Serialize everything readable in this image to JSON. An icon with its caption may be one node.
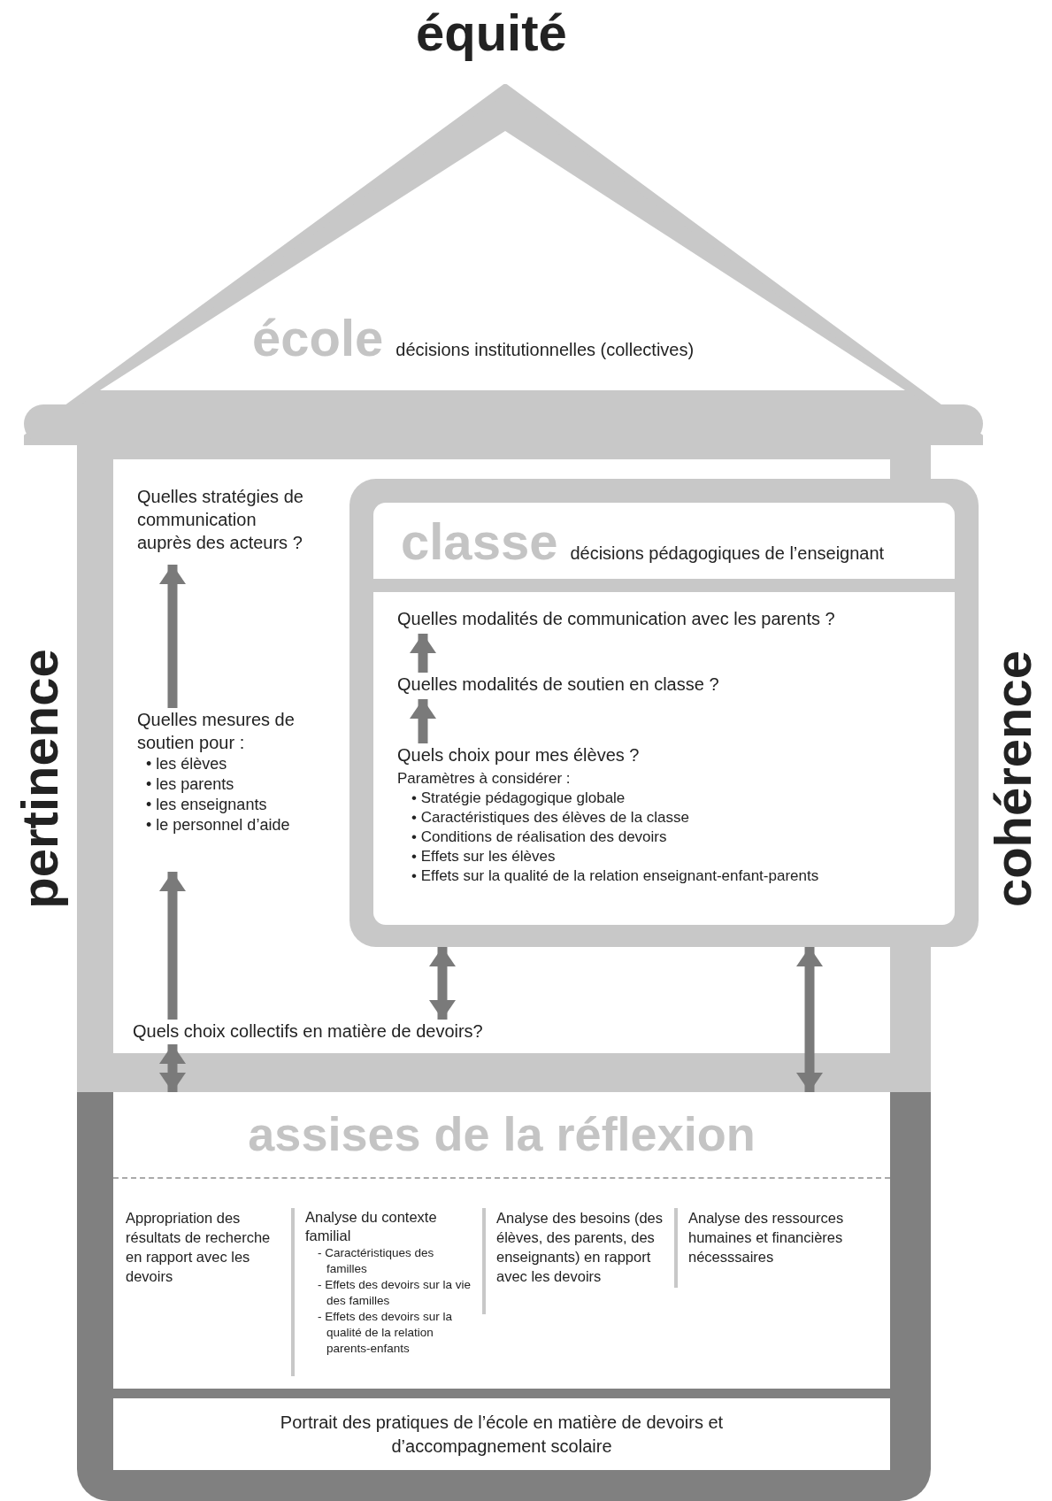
{
  "diagram": {
    "nodes": [
      {
        "text": [
          "école",
          "décisions institutionnelles (collectives)"
        ]
      },
      {
        "text": [
          "Quelles stratégies de communication auprès des acteurs ?"
        ],
        "in": 0
      },
      {
        "text": [
          "Quelles mesures de soutien pour :",
          "• les élèves",
          "• les parents",
          "• les enseignants",
          "• le personnel d’aide"
        ],
        "in": 0
      },
      {
        "text": [
          "Quels choix collectifs en matière de devoirs?"
        ],
        "in": 0
      },
      {
        "text": [
          "classe",
          "décisions pédagogiques de l’enseignant"
        ],
        "in": 0
      },
      {
        "text": [
          "Quelles modalités de communication avec les parents ?"
        ],
        "in": 4
      },
      {
        "text": [
          "Quelles modalités de soutien en classe ?"
        ],
        "in": 4
      },
      {
        "text": [
          "Quels choix pour mes élèves ?",
          "Paramètres à considérer :",
          "• Stratégie pédagogique globale",
          "• Caractéristiques des élèves de la classe",
          "• Conditions de réalisation des devoirs",
          "• Effets sur les élèves",
          "• Effets sur la qualité de la relation enseignant-enfant-parents"
        ],
        "in": 4
      },
      {
        "text": [
          "assises de la réflexion"
        ]
      },
      {
        "text": [
          "Appropriation des résultats de recherche en rapport avec les devoirs"
        ],
        "in": 8
      },
      {
        "text": [
          "Analyse du contexte familial",
          "- Caractéristiques des familles",
          "- Effets des devoirs sur la vie des familles",
          "- Effets des devoirs sur la qualité de la relation parents-enfants"
        ],
        "in": 8
      },
      {
        "text": [
          "Analyse des besoins (des élèves, des parents, des enseignants) en rapport avec les devoirs"
        ],
        "in": 8
      },
      {
        "text": [
          "Analyse des ressources humaines et financières nécesssaires"
        ],
        "in": 8
      },
      {
        "text": [
          "Portrait des pratiques de l’école en matière de devoirs et d’accompagnement scolaire"
        ],
        "in": 8
      }
    ],
    "edges": [
      {
        "from": 3,
        "to": 2,
        "arrow": "to"
      },
      {
        "from": 2,
        "to": 1,
        "arrow": "to"
      },
      {
        "from": 7,
        "to": 6,
        "arrow": "to"
      },
      {
        "from": 6,
        "to": 5,
        "arrow": "to"
      },
      {
        "from": 4,
        "to": 3,
        "arrow": "both"
      },
      {
        "from": 3,
        "to": 8,
        "arrow": "both"
      },
      {
        "from": 4,
        "to": 8,
        "arrow": "both"
      }
    ],
    "labels": [
      "équité",
      "pertinence",
      "cohérence"
    ]
  }
}
